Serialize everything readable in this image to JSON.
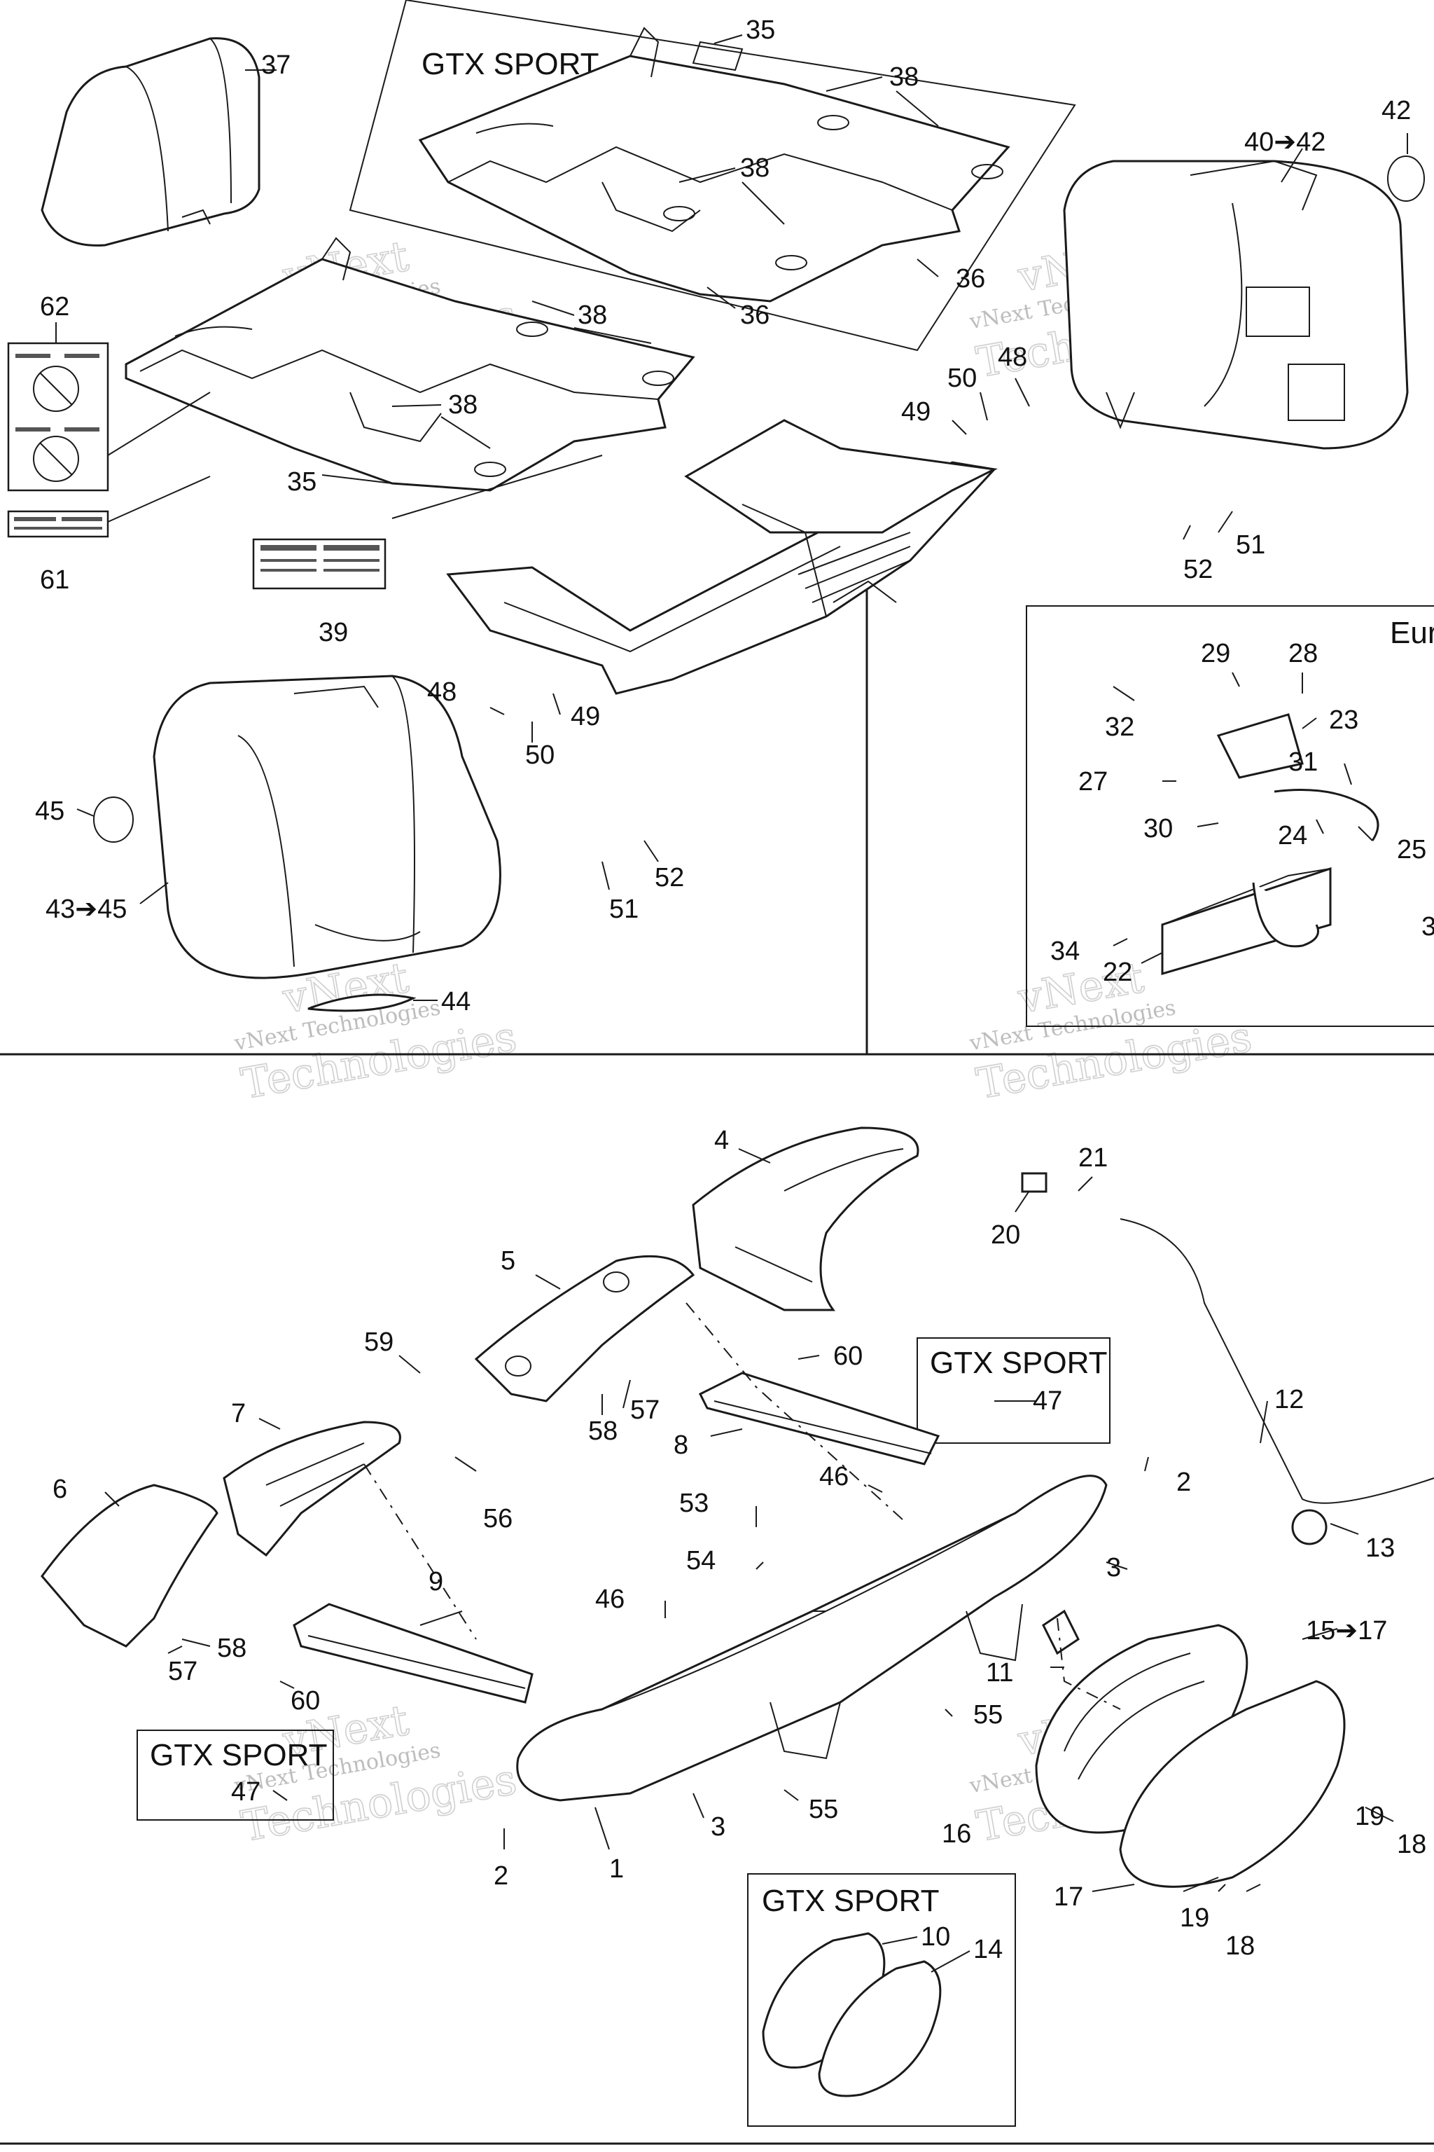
{
  "boxes": {
    "gtx_sport_top": "GTX SPORT",
    "gtx_sport_mid": "GTX SPORT",
    "gtx_sport_left": "GTX SPORT",
    "gtx_sport_bottom": "GTX SPORT",
    "europe_partial": "Eur"
  },
  "watermark": {
    "brand": "vNext",
    "company": "Technologies",
    "caption": "vNext Technologies"
  },
  "callouts": {
    "c37": "37",
    "c35a": "35",
    "c38a": "38",
    "c38b": "38",
    "c36a": "36",
    "c36b": "36",
    "c40_42": "40➔42",
    "c42": "42",
    "c62": "62",
    "c61": "61",
    "c38c": "38",
    "c38d": "38",
    "c35b": "35",
    "c39": "39",
    "c50a": "50",
    "c48a": "48",
    "c49a": "49",
    "c51a": "51",
    "c52a": "52",
    "c48b": "48",
    "c49b": "49",
    "c50b": "50",
    "c45": "45",
    "c43_45": "43➔45",
    "c51b": "51",
    "c52b": "52",
    "c44": "44",
    "c29": "29",
    "c28": "28",
    "c32": "32",
    "c23": "23",
    "c27": "27",
    "c31": "31",
    "c30": "30",
    "c24": "24",
    "c25": "25",
    "c34": "34",
    "c22": "22",
    "c3x": "3",
    "c4": "4",
    "c21": "21",
    "c20": "20",
    "c5": "5",
    "c59": "59",
    "c60a": "60",
    "c47a": "47",
    "c7": "7",
    "c57a": "57",
    "c58a": "58",
    "c8": "8",
    "c12": "12",
    "c6": "6",
    "c56": "56",
    "c2a": "2",
    "c46a": "46",
    "c53": "53",
    "c54": "54",
    "c13": "13",
    "c3a": "3",
    "c9": "9",
    "c46b": "46",
    "c58b": "58",
    "c57b": "57",
    "c11": "11",
    "c15_17": "15➔17",
    "c60b": "60",
    "c55a": "55",
    "c47b": "47",
    "c3b": "3",
    "c55b": "55",
    "c19a": "19",
    "c18a": "18",
    "c2b": "2",
    "c1": "1",
    "c16": "16",
    "c17": "17",
    "c19b": "19",
    "c18b": "18",
    "c10": "10",
    "c14": "14"
  }
}
